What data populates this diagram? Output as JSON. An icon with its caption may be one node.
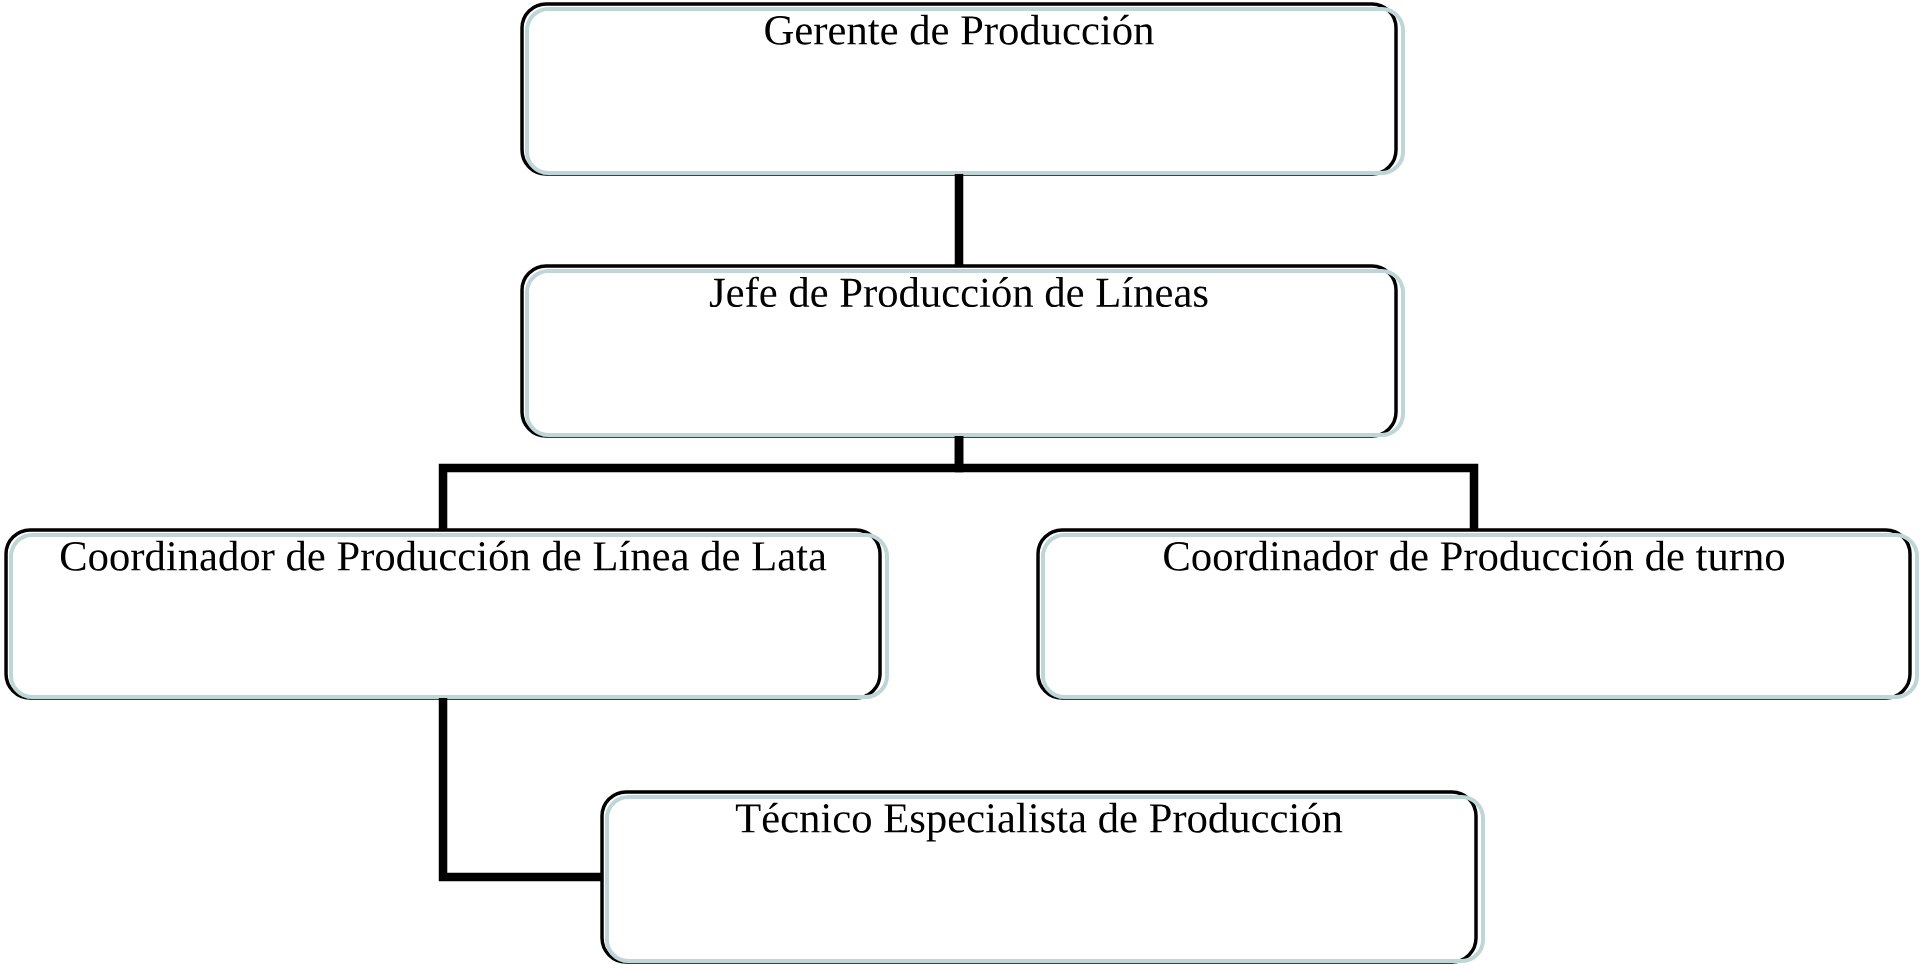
{
  "diagram": {
    "nodes": [
      {
        "text": [
          "Gerente de Producción"
        ]
      },
      {
        "text": [
          "Jefe de Producción de Líneas"
        ]
      },
      {
        "text": [
          "Coordinador de Producción de Línea de Lata"
        ]
      },
      {
        "text": [
          "Coordinador de Producción de turno"
        ]
      },
      {
        "text": [
          "Técnico Especialista de Producción"
        ]
      }
    ],
    "edges": [
      {
        "from": 0,
        "to": 1,
        "arrow": "none"
      },
      {
        "from": 1,
        "to": 2,
        "arrow": "none"
      },
      {
        "from": 1,
        "to": 3,
        "arrow": "none"
      },
      {
        "from": 2,
        "to": 4,
        "arrow": "none"
      }
    ]
  }
}
